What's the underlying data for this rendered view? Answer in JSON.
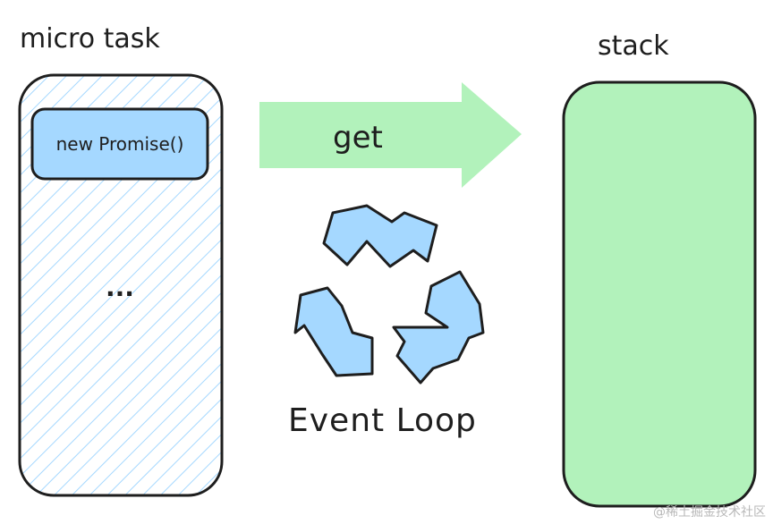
{
  "micro_task": {
    "title": "micro task",
    "item": "new Promise()",
    "more": "..."
  },
  "arrow": {
    "label": "get"
  },
  "event_loop": {
    "label": "Event Loop",
    "icon": "recycle-icon"
  },
  "stack": {
    "title": "stack"
  },
  "watermark": "@稀土掘金技术社区",
  "colors": {
    "hatch_blue": "#a5d8ff",
    "item_fill": "#a5d8ff",
    "arrow_green": "#b2f2bb",
    "stack_fill": "#b2f2bb",
    "stroke": "#1e1e1e",
    "recycle_blue": "#a5d8ff"
  }
}
